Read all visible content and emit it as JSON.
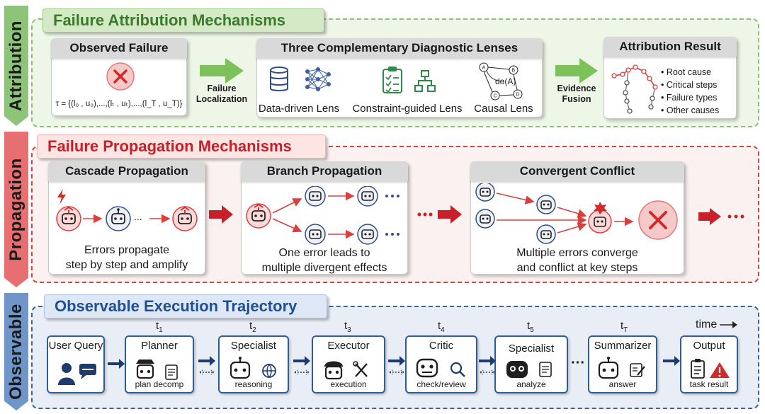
{
  "side_labels": {
    "attribution": "Attribution",
    "propagation": "Propagation",
    "observable": "Observable"
  },
  "attribution": {
    "title": "Failure Attribution Mechanisms",
    "observed": {
      "title": "Observed Failure",
      "formula": "τ = {(l₀ , u₀),...,(lₜ , uₜ),...,(l_T , u_T)}"
    },
    "arrow1": "Failure\nLocalization",
    "lenses": {
      "title": "Three Complementary Diagnostic Lenses",
      "items": [
        "Data-driven Lens",
        "Constraint-guided Lens",
        "Causal Lens"
      ],
      "causal_label": "do(A)",
      "nodes": [
        "A",
        "B",
        "C",
        "D"
      ]
    },
    "arrow2": "Evidence\nFusion",
    "result": {
      "title": "Attribution Result",
      "items": [
        "Root cause",
        "Critical steps",
        "Failure types",
        "Other causes"
      ]
    }
  },
  "propagation": {
    "title": "Failure Propagation Mechanisms",
    "cascade": {
      "title": "Cascade Propagation",
      "text": [
        "Errors propagate",
        "step by step and amplify"
      ],
      "ellipsis": "..."
    },
    "branch": {
      "title": "Branch Propagation",
      "text": [
        "One error leads to",
        "multiple divergent effects"
      ]
    },
    "convergent": {
      "title": "Convergent Conflict",
      "text": [
        "Multiple errors converge",
        "and conflict at key steps"
      ]
    }
  },
  "observable": {
    "title": "Observable Execution Trajectory",
    "time_label": "time",
    "steps": [
      {
        "label": "User Query",
        "sub": "",
        "t": ""
      },
      {
        "label": "Planner",
        "sub": "plan decomp",
        "t": "t",
        "ts": "1"
      },
      {
        "label": "Specialist",
        "sub": "reasoning",
        "t": "t",
        "ts": "2"
      },
      {
        "label": "Executor",
        "sub": "execution",
        "t": "t",
        "ts": "3"
      },
      {
        "label": "Critic",
        "sub": "check/review",
        "t": "t",
        "ts": "4"
      },
      {
        "label": "Specialist",
        "sub": "analyze",
        "t": "t",
        "ts": "5"
      },
      {
        "label": "Summarizer",
        "sub": "answer",
        "t": "t",
        "ts": "T"
      },
      {
        "label": "Output",
        "sub": "task result",
        "t": ""
      }
    ],
    "ellipsis": "···"
  },
  "colors": {
    "green": "#7fb86a",
    "green_bg": "#eef6e8",
    "red": "#d9413f",
    "red_bg": "#fbf1f0",
    "blue": "#2f5d9a",
    "blue_bg": "#e9eef6",
    "green_arrow": "#7cc15a",
    "dark_red": "#c8202a"
  }
}
